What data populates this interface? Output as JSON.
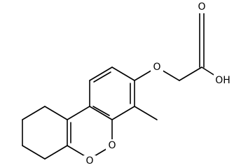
{
  "molecule": {
    "atom_labels": {
      "ring_oxygen": "O",
      "lactone_carbonyl_oxygen": "O",
      "ether_oxygen": "O",
      "acid_carbonyl_oxygen": "O",
      "acid_hydroxyl": "OH"
    }
  }
}
